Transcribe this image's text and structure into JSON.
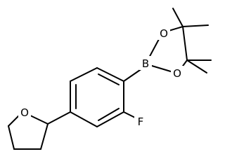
{
  "structure": {
    "atoms": {
      "boron": "B",
      "oxygen_upper": "O",
      "oxygen_lower": "O",
      "fluorine": "F",
      "oxygen_ring": "O"
    },
    "colors": {
      "bond": "#000000",
      "label": "#000000",
      "background": "#ffffff"
    }
  }
}
